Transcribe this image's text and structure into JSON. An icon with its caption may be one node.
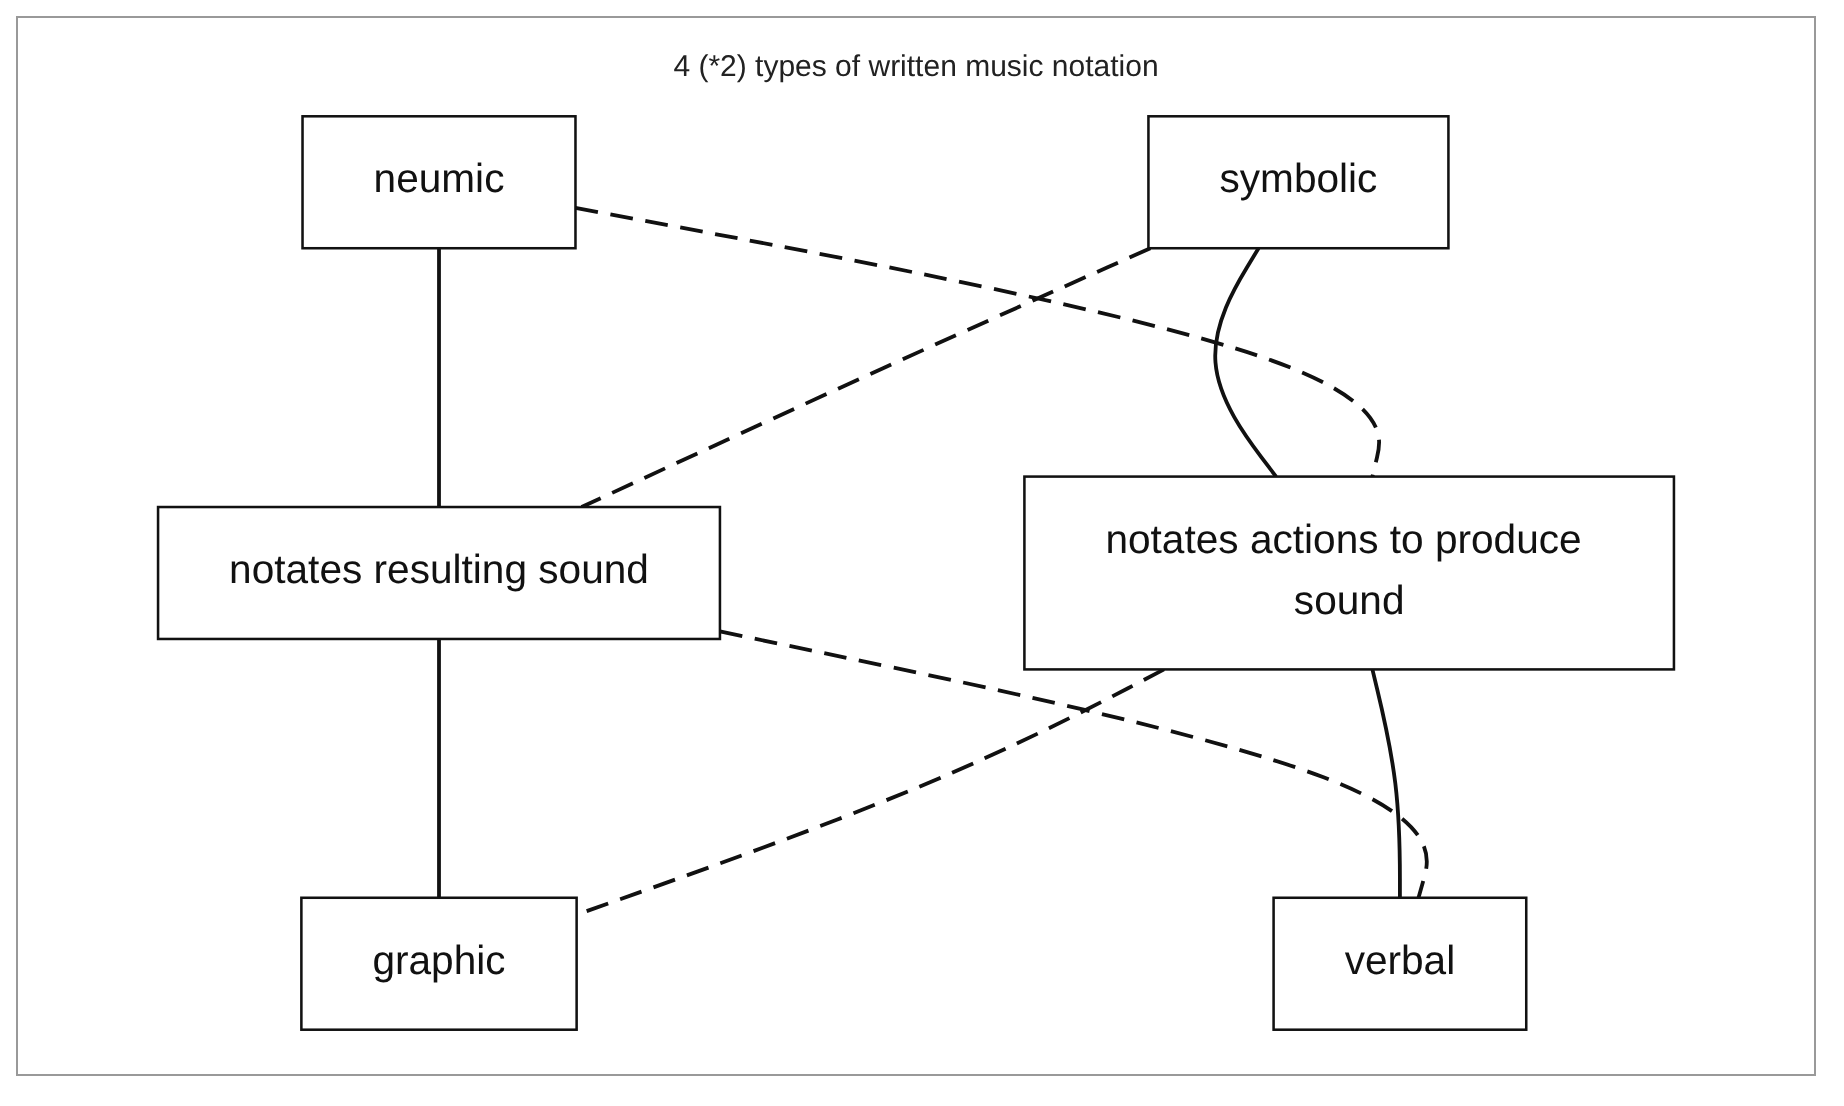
{
  "diagram": {
    "title": "4 (*2) types of written music notation",
    "nodes": [
      {
        "text": [
          "neumic"
        ]
      },
      {
        "text": [
          "symbolic"
        ]
      },
      {
        "text": [
          "notates resulting sound"
        ]
      },
      {
        "text": [
          "notates actions to produce sound"
        ]
      },
      {
        "text": [
          "graphic"
        ]
      },
      {
        "text": [
          "verbal"
        ]
      }
    ],
    "edges": [
      {
        "from": 0,
        "to": 2,
        "arrow": "none"
      },
      {
        "from": 1,
        "to": 3,
        "arrow": "none"
      },
      {
        "from": 0,
        "to": 3,
        "arrow": "none",
        "style": "dashed"
      },
      {
        "from": 1,
        "to": 2,
        "arrow": "none",
        "style": "dashed"
      },
      {
        "from": 2,
        "to": 4,
        "arrow": "none"
      },
      {
        "from": 3,
        "to": 5,
        "arrow": "none"
      },
      {
        "from": 2,
        "to": 5,
        "arrow": "none",
        "style": "dashed"
      },
      {
        "from": 3,
        "to": 4,
        "arrow": "none",
        "style": "dashed"
      }
    ]
  }
}
